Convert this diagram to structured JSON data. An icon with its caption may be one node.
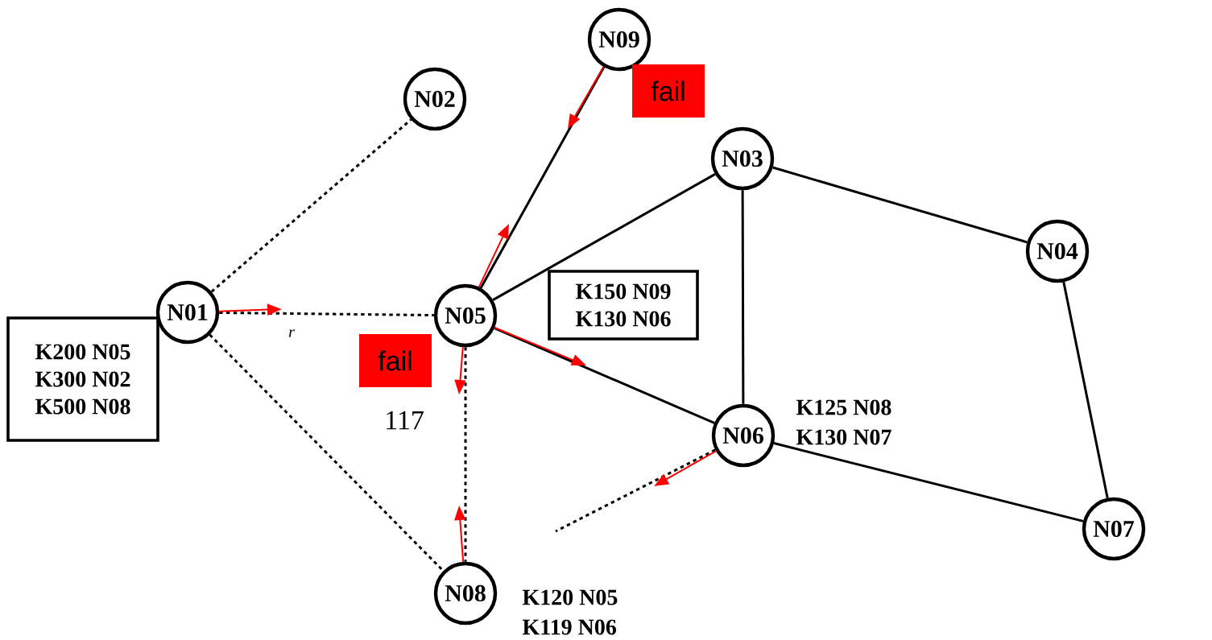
{
  "diagram": {
    "nodes": [
      {
        "text": [
          "N01"
        ]
      },
      {
        "text": [
          "N02"
        ]
      },
      {
        "text": [
          "N03"
        ]
      },
      {
        "text": [
          "N04"
        ]
      },
      {
        "text": [
          "N05"
        ]
      },
      {
        "text": [
          "N06"
        ],
        "beside": [
          "K125 N08",
          "K130 N07"
        ]
      },
      {
        "text": [
          "N07"
        ]
      },
      {
        "text": [
          "N08"
        ],
        "beside": [
          "K120 N05",
          "K119 N06"
        ]
      },
      {
        "text": [
          "N09"
        ]
      },
      {
        "text": [
          "K200 N05",
          "K300 N02",
          "K500 N08"
        ]
      },
      {
        "text": [
          "K150 N09",
          "K130 N06"
        ]
      },
      {
        "text": [
          "fail"
        ]
      },
      {
        "text": [
          "fail"
        ]
      }
    ],
    "edges": [
      {
        "from": 0,
        "to": 1,
        "arrow": "none",
        "style": "dashed"
      },
      {
        "from": 0,
        "to": 4,
        "arrow": "none",
        "style": "dashed"
      },
      {
        "from": 0,
        "to": 7,
        "arrow": "none",
        "style": "dashed"
      },
      {
        "from": 4,
        "to": 7,
        "arrow": "none",
        "style": "dashed"
      },
      {
        "from": 4,
        "to": 8,
        "arrow": "none"
      },
      {
        "from": 4,
        "to": 2,
        "arrow": "none"
      },
      {
        "from": 4,
        "to": 5,
        "arrow": "none"
      },
      {
        "from": 2,
        "to": 5,
        "arrow": "none"
      },
      {
        "from": 2,
        "to": 3,
        "arrow": "none"
      },
      {
        "from": 3,
        "to": 6,
        "arrow": "none"
      },
      {
        "from": 5,
        "to": 6,
        "arrow": "none"
      },
      {
        "from": 5,
        "to": null,
        "arrow": "none",
        "style": "dashed"
      },
      {
        "from": 0,
        "to": null,
        "arrow": "to",
        "color": "#ff0000"
      },
      {
        "from": 4,
        "to": null,
        "arrow": "to",
        "color": "#ff0000"
      },
      {
        "from": 7,
        "to": null,
        "arrow": "to",
        "color": "#ff0000"
      },
      {
        "from": 4,
        "to": null,
        "arrow": "to",
        "color": "#ff0000"
      },
      {
        "from": 8,
        "to": null,
        "arrow": "to",
        "color": "#ff0000"
      },
      {
        "from": 4,
        "to": null,
        "arrow": "to",
        "color": "#ff0000"
      },
      {
        "from": 5,
        "to": null,
        "arrow": "to",
        "color": "#ff0000"
      }
    ],
    "labels": [
      "r",
      "117"
    ]
  }
}
